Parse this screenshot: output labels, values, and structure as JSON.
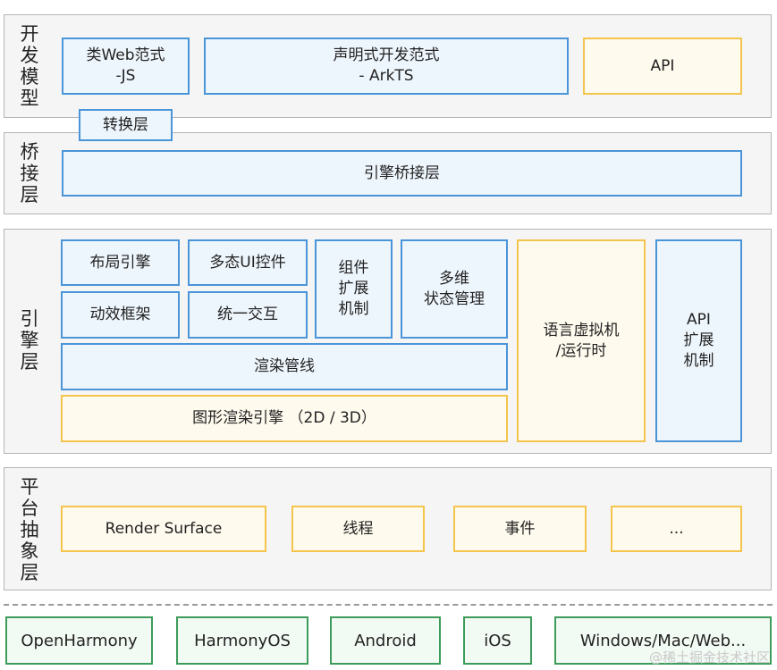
{
  "layers": {
    "dev_model": {
      "label": "开发模型",
      "web_paradigm": "类Web范式\n-JS",
      "declarative_paradigm": "声明式开发范式\n- ArkTS",
      "api": "API",
      "conversion": "转换层"
    },
    "bridge": {
      "label": "桥接层",
      "engine_bridge": "引擎桥接层"
    },
    "engine": {
      "label": "引擎层",
      "layout_engine": "布局引擎",
      "polymorphic_ui": "多态UI控件",
      "component_extension": "组件\n扩展\n机制",
      "multi_state": "多维\n状态管理",
      "animation": "动效框架",
      "unified_interaction": "统一交互",
      "render_pipeline": "渲染管线",
      "graphics_engine": "图形渲染引擎 （2D / 3D）",
      "language_vm": "语言虚拟机\n/运行时",
      "api_extension": "API\n扩展\n机制"
    },
    "platform": {
      "label": "平台抽象层",
      "render_surface": "Render Surface",
      "thread": "线程",
      "event": "事件",
      "more": "..."
    }
  },
  "platforms": [
    "OpenHarmony",
    "HarmonyOS",
    "Android",
    "iOS",
    "Windows/Mac/Web..."
  ],
  "watermark": "@稀土掘金技术社区",
  "colors": {
    "blue_border": "#4a94d8",
    "blue_fill": "#eef6fd",
    "yellow_border": "#f4c54c",
    "yellow_fill": "#fffaee",
    "green_border": "#3e9c5a",
    "layer_fill": "#f5f5f5"
  }
}
